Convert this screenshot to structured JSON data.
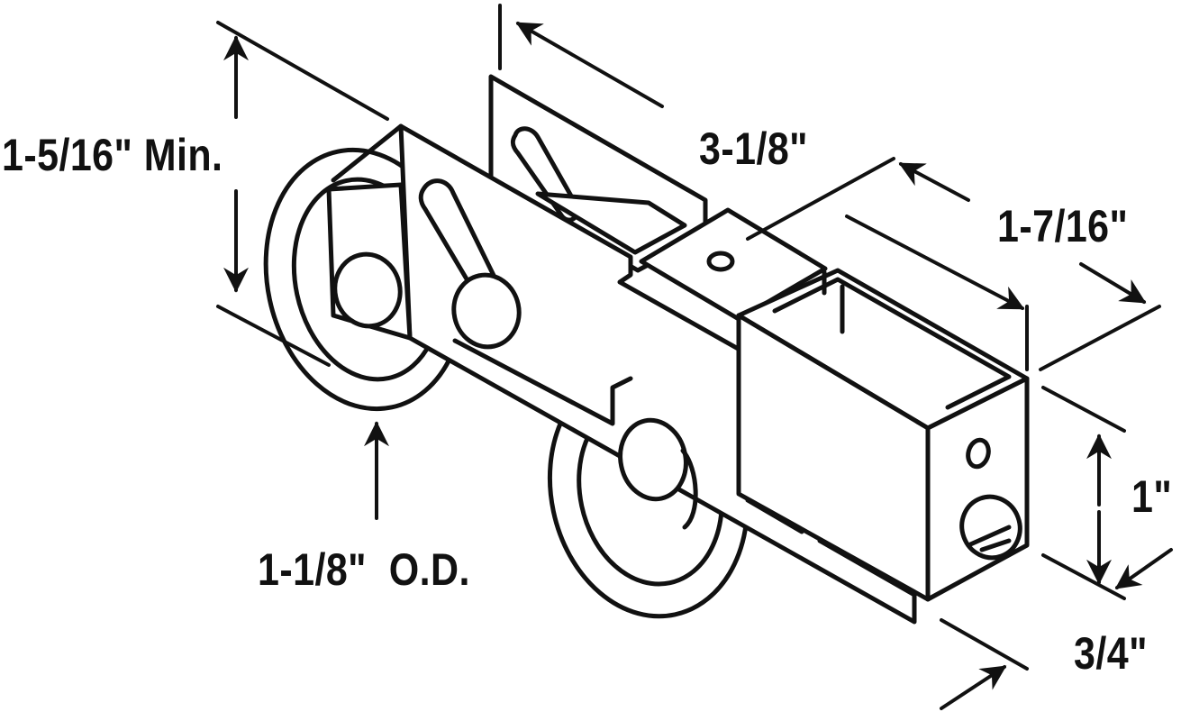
{
  "diagram": {
    "subject": "sliding door roller assembly with tandem wheels",
    "ink_color": "#111111",
    "background_color": "#ffffff",
    "dimensions": {
      "height_label": "1-5/16\" Min.",
      "length_label": "3-1/8\"",
      "depth_label": "1-7/16\"",
      "wheel_label": "1-1/8\"  O.D.",
      "housing_height_label": "1\"",
      "housing_width_label": "3/4\""
    }
  }
}
